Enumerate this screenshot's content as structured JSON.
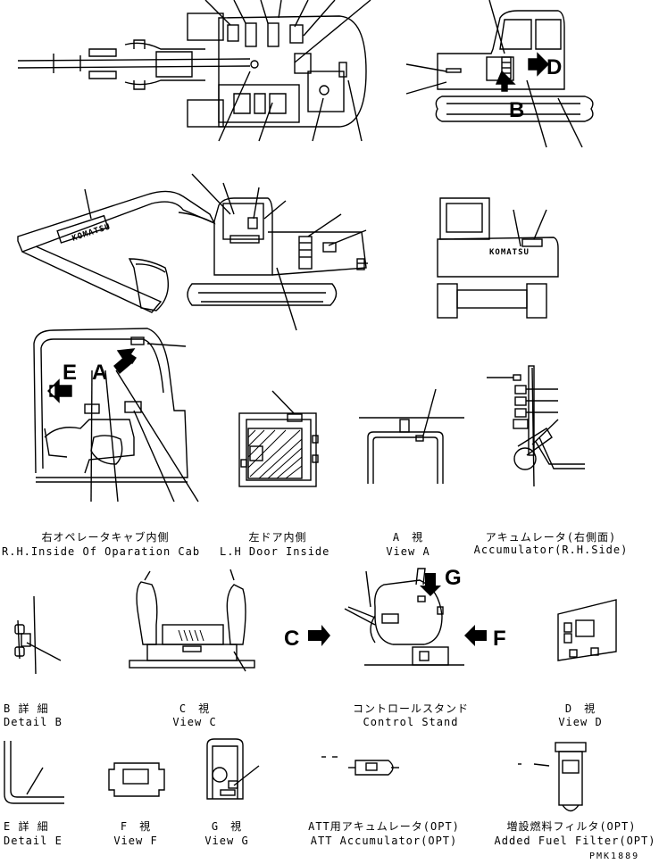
{
  "letters": {
    "a": "A",
    "b": "B",
    "c": "C",
    "d": "D",
    "e": "E",
    "f": "F",
    "g": "G"
  },
  "brand": "KOMATSU",
  "views": {
    "rh_cab_jp": "右オペレータキャブ内側",
    "rh_cab_en": "R.H.Inside Of Oparation Cab",
    "lh_door_jp": "左ドア内側",
    "lh_door_en": "L.H Door Inside",
    "view_a_jp": "A　視",
    "view_a_en": "View A",
    "accum_jp": "アキュムレータ(右側面)",
    "accum_en": "Accumulator(R.H.Side)",
    "detail_b_jp": "B 詳 細",
    "detail_b_en": "Detail B",
    "view_c_jp": "C　視",
    "view_c_en": "View C",
    "control_jp": "コントロールスタンド",
    "control_en": "Control Stand",
    "view_d_jp": "D　視",
    "view_d_en": "View D",
    "detail_e_jp": "E 詳 細",
    "detail_e_en": "Detail E",
    "view_f_jp": "F　視",
    "view_f_en": "View F",
    "view_g_jp": "G　視",
    "view_g_en": "View G",
    "att_jp": "ATT用アキュムレータ(OPT)",
    "att_en": "ATT Accumulator(OPT)",
    "fuel_jp": "増設燃料フィルタ(OPT)",
    "fuel_en": "Added Fuel Filter(OPT)"
  },
  "drawing_code": "PMK1889"
}
